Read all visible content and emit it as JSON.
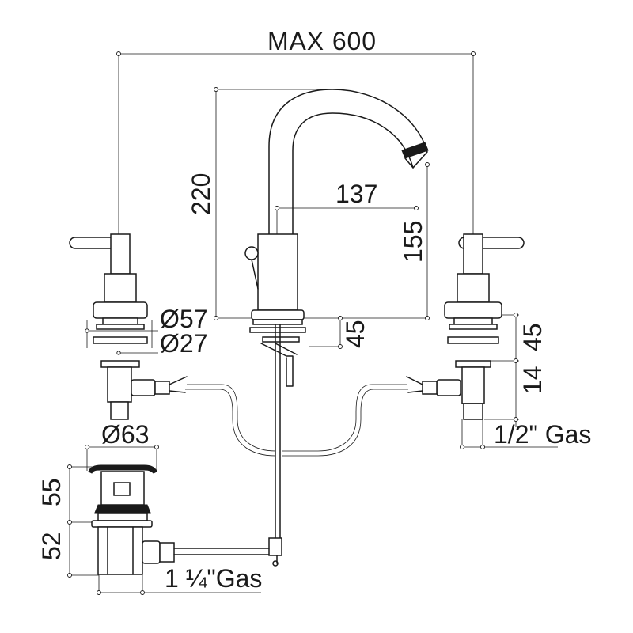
{
  "labels": {
    "max_width": "MAX 600",
    "spout_height": "220",
    "spout_reach": "137",
    "spout_outlet_height": "155",
    "diameter_57": "Ø57",
    "diameter_27": "Ø27",
    "body_base_height": "45",
    "valve_height": "45",
    "valve_shank": "14",
    "valve_connection": "1/2\" Gas",
    "waste_diameter": "Ø63",
    "waste_upper": "55",
    "waste_lower": "52",
    "waste_connection": "1 ¼\"Gas"
  }
}
